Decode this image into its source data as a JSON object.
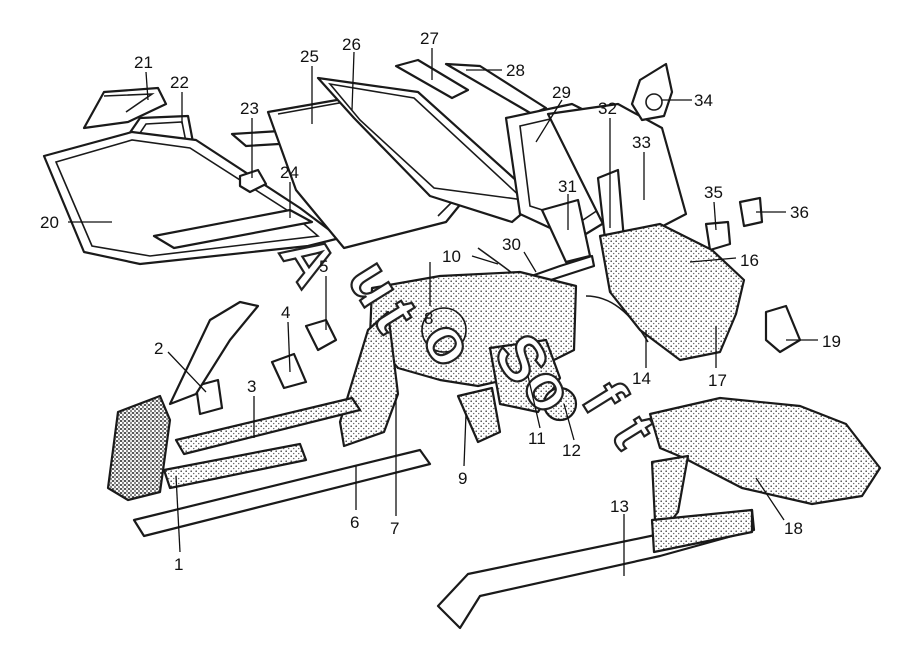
{
  "watermark": {
    "glyphs": [
      "A",
      "u",
      "t",
      "o",
      "S",
      "o",
      "f",
      "t"
    ]
  },
  "callouts": [
    {
      "id": "1",
      "label": "1"
    },
    {
      "id": "2",
      "label": "2"
    },
    {
      "id": "3",
      "label": "3"
    },
    {
      "id": "4",
      "label": "4"
    },
    {
      "id": "5",
      "label": "5"
    },
    {
      "id": "6",
      "label": "6"
    },
    {
      "id": "7",
      "label": "7"
    },
    {
      "id": "8",
      "label": "8"
    },
    {
      "id": "9",
      "label": "9"
    },
    {
      "id": "10",
      "label": "10"
    },
    {
      "id": "11",
      "label": "11"
    },
    {
      "id": "12",
      "label": "12"
    },
    {
      "id": "13",
      "label": "13"
    },
    {
      "id": "14",
      "label": "14"
    },
    {
      "id": "16",
      "label": "16"
    },
    {
      "id": "17",
      "label": "17"
    },
    {
      "id": "18",
      "label": "18"
    },
    {
      "id": "19",
      "label": "19"
    },
    {
      "id": "20",
      "label": "20"
    },
    {
      "id": "21",
      "label": "21"
    },
    {
      "id": "22",
      "label": "22"
    },
    {
      "id": "23",
      "label": "23"
    },
    {
      "id": "24",
      "label": "24"
    },
    {
      "id": "25",
      "label": "25"
    },
    {
      "id": "26",
      "label": "26"
    },
    {
      "id": "27",
      "label": "27"
    },
    {
      "id": "28",
      "label": "28"
    },
    {
      "id": "29",
      "label": "29"
    },
    {
      "id": "30",
      "label": "30"
    },
    {
      "id": "31",
      "label": "31"
    },
    {
      "id": "32",
      "label": "32"
    },
    {
      "id": "33",
      "label": "33"
    },
    {
      "id": "34",
      "label": "34"
    },
    {
      "id": "35",
      "label": "35"
    },
    {
      "id": "36",
      "label": "36"
    }
  ]
}
